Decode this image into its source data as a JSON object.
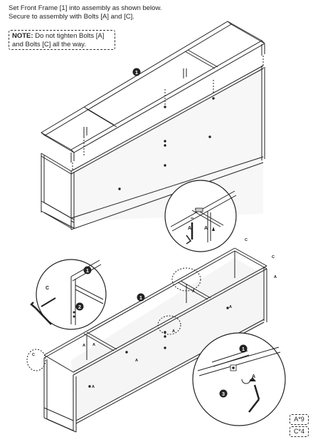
{
  "instructions": {
    "line1": "Set Front Frame [1] into assembly as shown below.",
    "line2": "Secure to assembly with Bolts [A] and [C]."
  },
  "note": {
    "label": "NOTE:",
    "line1": " Do not tighten Bolts [A]",
    "line2": "and Bolts [C] all the way."
  },
  "callouts": {
    "part1": "1",
    "part2": "2",
    "part3": "3",
    "bolt_a": "A",
    "bolt_c": "C"
  },
  "quantities": [
    {
      "label": "A*9"
    },
    {
      "label": "C*4"
    }
  ]
}
